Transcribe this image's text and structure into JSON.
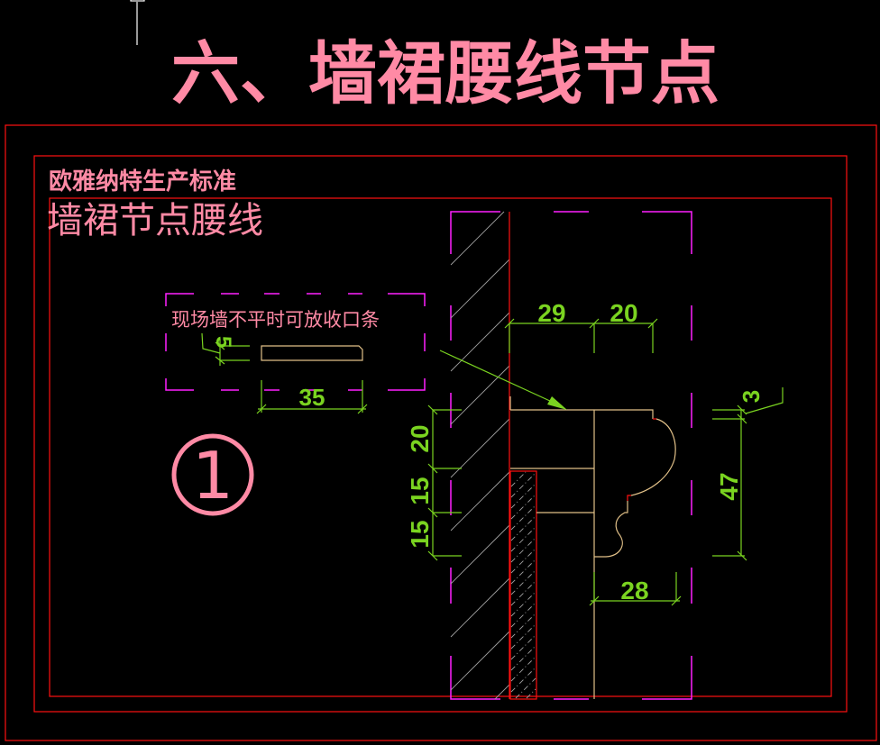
{
  "title": "六、墙裙腰线节点",
  "subtitle_brand": "欧雅纳特生产标准",
  "subtitle_name": "墙裙节点腰线",
  "detail_number": "1",
  "annotation": "现场墙不平时可放收口条",
  "strip_dims": {
    "thickness": "5",
    "width": "35"
  },
  "profile_dims": {
    "top_left": "29",
    "top_right": "20",
    "left_top": "20",
    "left_mid": "15",
    "left_bottom": "15",
    "right_small": "3",
    "right_height": "47",
    "bottom_width": "28"
  },
  "colors": {
    "background": "#000000",
    "frame": "#ff1010",
    "viewport": "#ff20ff",
    "text": "#ff8aa5",
    "dimension": "#7ad320",
    "profile": "#e1c088",
    "hatch": "#a0a0a0"
  }
}
